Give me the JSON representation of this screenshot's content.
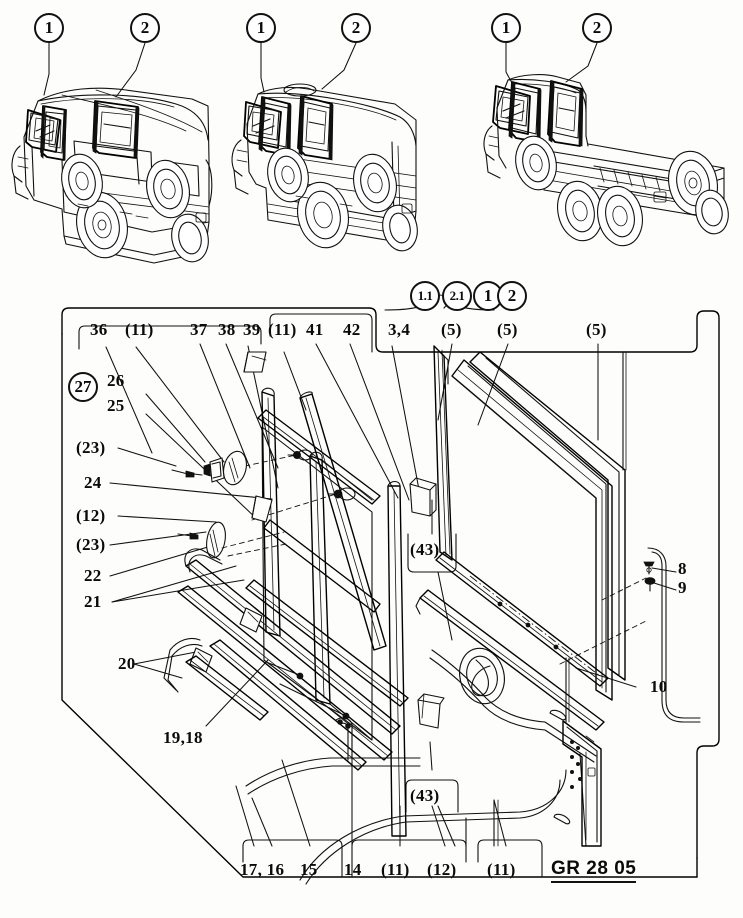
{
  "document": {
    "type": "exploded-parts-diagram",
    "code": "GR 28 05",
    "subject": "Windscreen and door window frame assembly"
  },
  "vehicle_views": [
    {
      "name": "station-wagon-hardtop",
      "callouts": [
        {
          "id": "v1-1",
          "label": "1"
        },
        {
          "id": "v1-2",
          "label": "2"
        }
      ]
    },
    {
      "name": "troop-carrier-soft-top",
      "callouts": [
        {
          "id": "v2-1",
          "label": "1"
        },
        {
          "id": "v2-2",
          "label": "2"
        }
      ]
    },
    {
      "name": "flatbed-truck-6x6",
      "callouts": [
        {
          "id": "v3-1",
          "label": "1"
        },
        {
          "id": "v3-2",
          "label": "2"
        }
      ]
    }
  ],
  "group_callouts": [
    {
      "label": "1.1",
      "style": "small"
    },
    {
      "label": "2.1",
      "style": "small"
    },
    {
      "label": "1",
      "style": "normal"
    },
    {
      "label": "2",
      "style": "normal"
    }
  ],
  "circled_item": {
    "label": "27"
  },
  "part_labels": {
    "top_row_left": [
      {
        "label": "36"
      },
      {
        "label": "(11)"
      },
      {
        "label": "37"
      },
      {
        "label": "38"
      },
      {
        "label": "39"
      },
      {
        "label": "(11)"
      },
      {
        "label": "41"
      },
      {
        "label": "42"
      }
    ],
    "top_row_right": [
      {
        "label": "3,4"
      },
      {
        "label": "(5)"
      },
      {
        "label": "(5)"
      },
      {
        "label": "(5)"
      }
    ],
    "left_column": [
      {
        "label": "26"
      },
      {
        "label": "25"
      },
      {
        "label": "(23)"
      },
      {
        "label": "24"
      },
      {
        "label": "(12)"
      },
      {
        "label": "(23)"
      },
      {
        "label": "22"
      },
      {
        "label": "21"
      },
      {
        "label": "20"
      },
      {
        "label": "19,18"
      }
    ],
    "right_column": [
      {
        "label": "8"
      },
      {
        "label": "9"
      },
      {
        "label": "10"
      }
    ],
    "center_boxed": [
      {
        "label": "(43)"
      },
      {
        "label": "(43)"
      }
    ],
    "bottom_row": [
      {
        "label": "17, 16"
      },
      {
        "label": "15"
      },
      {
        "label": "14"
      },
      {
        "label": "(11)"
      },
      {
        "label": "(12)"
      },
      {
        "label": "(11)"
      }
    ]
  },
  "colors": {
    "ink": "#111111",
    "paper": "#fdfdfb",
    "shade": "#e9e9e6"
  }
}
